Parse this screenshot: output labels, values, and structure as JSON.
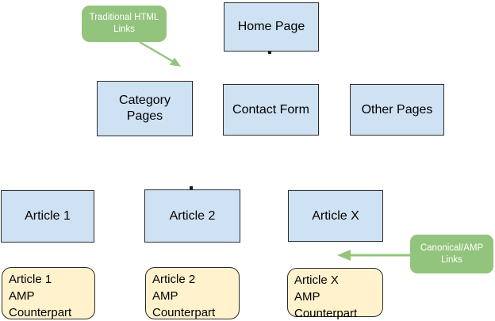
{
  "nodes": {
    "home": {
      "label": "Home Page"
    },
    "category": {
      "label": "Category\nPages"
    },
    "contact": {
      "label": "Contact Form"
    },
    "other": {
      "label": "Other Pages"
    },
    "article1": {
      "label": "Article 1"
    },
    "article2": {
      "label": "Article 2"
    },
    "articleX": {
      "label": "Article X"
    }
  },
  "amp_nodes": {
    "article1": {
      "label": "Article 1\nAMP\nCounterpart"
    },
    "article2": {
      "label": "Article 2\nAMP\nCounterpart"
    },
    "articleX": {
      "label": "Article X\nAMP\nCounterpart"
    }
  },
  "annotations": {
    "traditional": {
      "label": "Traditional HTML\nLinks"
    },
    "canonical": {
      "label": "Canonical/AMP\nLinks"
    }
  },
  "colors": {
    "background": "#ffffff",
    "node_fill": "#cfe2f3",
    "node_border": "#2b2b2b",
    "amp_fill": "#fff2cc",
    "annotation_fill": "#93c47d",
    "annotation_text": "#ffffff",
    "arrow": "#93c47d",
    "text": "#000000"
  }
}
